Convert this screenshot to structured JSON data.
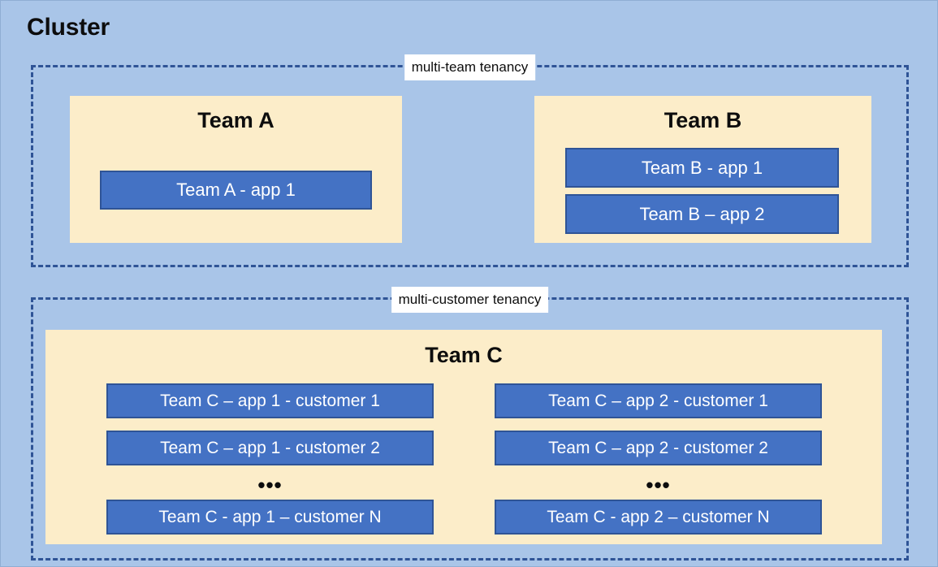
{
  "diagram": {
    "title": "Cluster",
    "background_color": "#a9c5e8",
    "dash_color": "#2f5496",
    "panel_color": "#fcedc9",
    "app_color": "#4472c4"
  },
  "tenancy_groups": [
    {
      "id": "multi-team",
      "label": "multi-team tenancy",
      "teams": [
        {
          "id": "team-a",
          "title": "Team A",
          "apps": [
            {
              "label": "Team A - app 1"
            }
          ]
        },
        {
          "id": "team-b",
          "title": "Team B",
          "apps": [
            {
              "label": "Team B - app 1"
            },
            {
              "label": "Team B – app 2"
            }
          ]
        }
      ]
    },
    {
      "id": "multi-customer",
      "label": "multi-customer tenancy",
      "teams": [
        {
          "id": "team-c",
          "title": "Team C",
          "columns": [
            {
              "id": "app-1",
              "ellipsis": "•••",
              "apps": [
                {
                  "label": "Team C – app 1 - customer 1"
                },
                {
                  "label": "Team C – app 1 - customer 2"
                },
                {
                  "label": "Team C - app 1 – customer N"
                }
              ]
            },
            {
              "id": "app-2",
              "ellipsis": "•••",
              "apps": [
                {
                  "label": "Team C – app 2 - customer 1"
                },
                {
                  "label": "Team C – app 2 - customer 2"
                },
                {
                  "label": "Team C - app 2 – customer N"
                }
              ]
            }
          ]
        }
      ]
    }
  ]
}
